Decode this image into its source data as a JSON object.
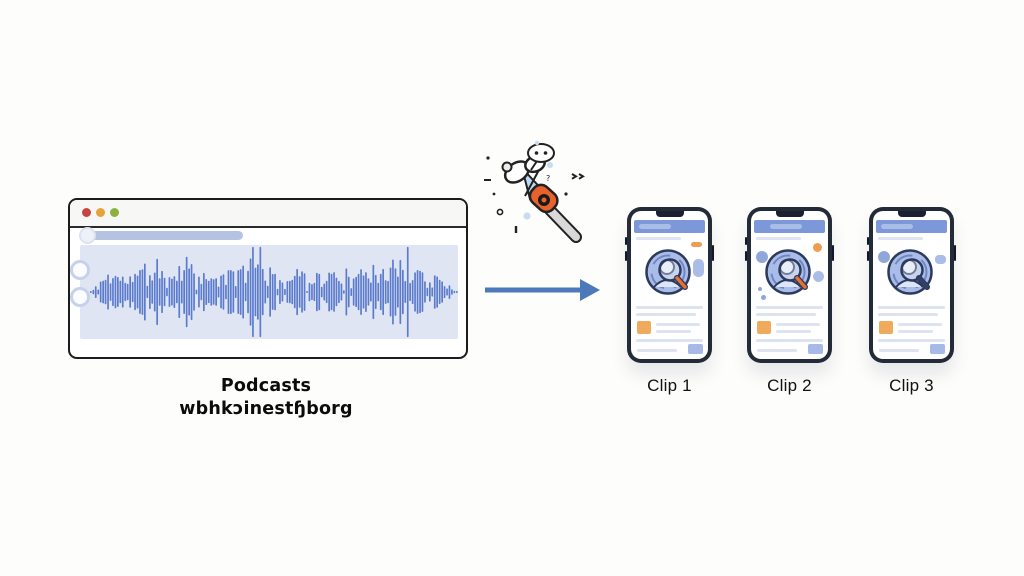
{
  "scene": {
    "type": "podcast-to-clips-flow-diagram"
  },
  "browser_window": {
    "caption_line1": "Podcasts",
    "caption_line2": "wbhkɔinestɧborg",
    "traffic_lights": [
      "#c6463e",
      "#e7a33b",
      "#8ab23e"
    ],
    "progress_value_fraction": 0.41
  },
  "icon": {
    "name": "microphone-scissors-clipping-icon"
  },
  "arrow": {
    "direction": "right"
  },
  "phones": [
    {
      "label": "Clip 1"
    },
    {
      "label": "Clip 2"
    },
    {
      "label": "Clip 3"
    }
  ],
  "theme": {
    "bg": "#fdfdfb",
    "dot-red": "#c6463e",
    "dot-yellow": "#e7a33b",
    "dot-green": "#8ab23e",
    "panel": "#e0e5f4",
    "progress": "#b5c2e1",
    "wave": "#5b7ccd",
    "arrow": "#4d79ba",
    "frame": "#232a38",
    "notch": "#1a2130",
    "hblue": "#7d98d8",
    "lblue": "#aabde7",
    "cblue": "#8fa7da",
    "line": "#dde3f0",
    "orange": "#ee9d50",
    "sq-orange": "#f0aa5e",
    "btn": "#a7bae7",
    "handle": "#e8702a",
    "handle3": "#33406a"
  },
  "waveform": {
    "seed": 11,
    "bars": 150
  }
}
